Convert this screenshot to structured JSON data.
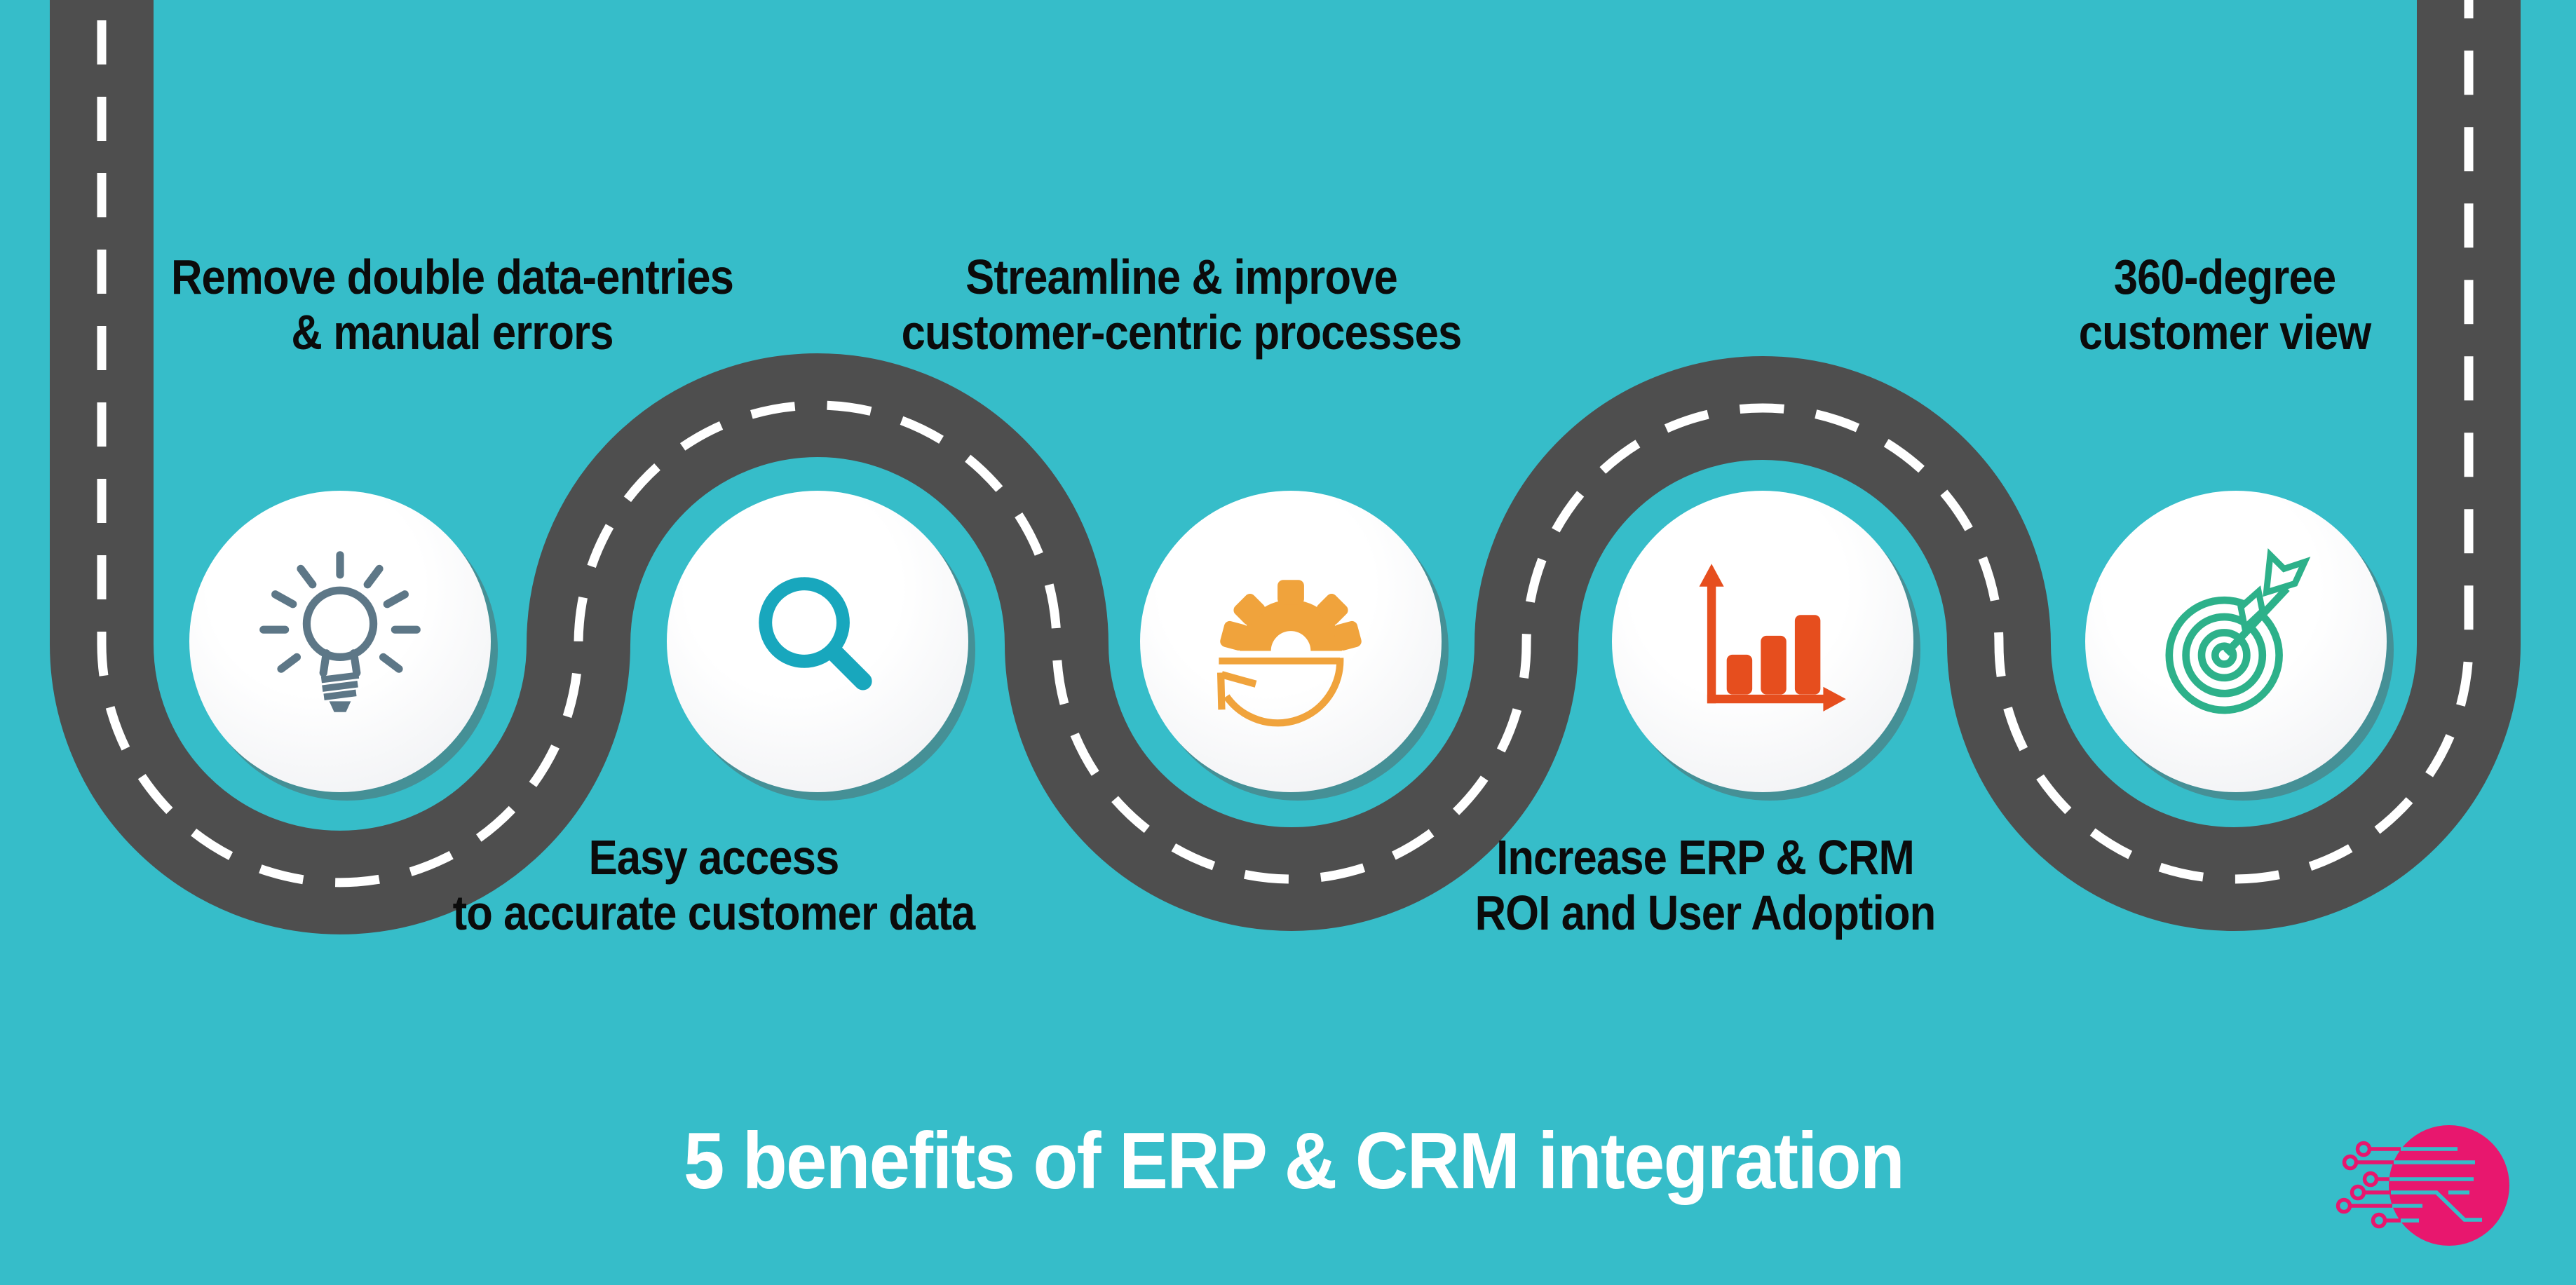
{
  "title": "5 benefits of ERP & CRM integration",
  "colors": {
    "background": "#36bdc9",
    "road": "#4e4e4e",
    "road_dashes": "#ffffff",
    "label_text": "#0b0b0b",
    "title_text": "#ffffff",
    "lightbulb_icon": "#5d7787",
    "magnifier_icon": "#18a7bd",
    "gear_icon": "#f0a33c",
    "bar_chart_icon": "#e64e1e",
    "target_icon": "#2db18a",
    "logo_pink": "#e8176e"
  },
  "steps": [
    {
      "line1": "Remove double data-entries",
      "line2": "& manual errors",
      "icon": "lightbulb-icon",
      "label_position": "above"
    },
    {
      "line1": "Easy access",
      "line2": "to accurate customer data",
      "icon": "magnifying-glass-icon",
      "label_position": "below"
    },
    {
      "line1": "Streamline & improve",
      "line2": "customer-centric processes",
      "icon": "gear-rotate-icon",
      "label_position": "above"
    },
    {
      "line1": "Increase ERP & CRM",
      "line2": "ROI and User Adoption",
      "icon": "bar-chart-growth-icon",
      "label_position": "below"
    },
    {
      "line1": "360-degree",
      "line2": "customer view",
      "icon": "target-arrow-icon",
      "label_position": "above"
    }
  ],
  "logo": {
    "name": "circuit-circle-logo"
  }
}
